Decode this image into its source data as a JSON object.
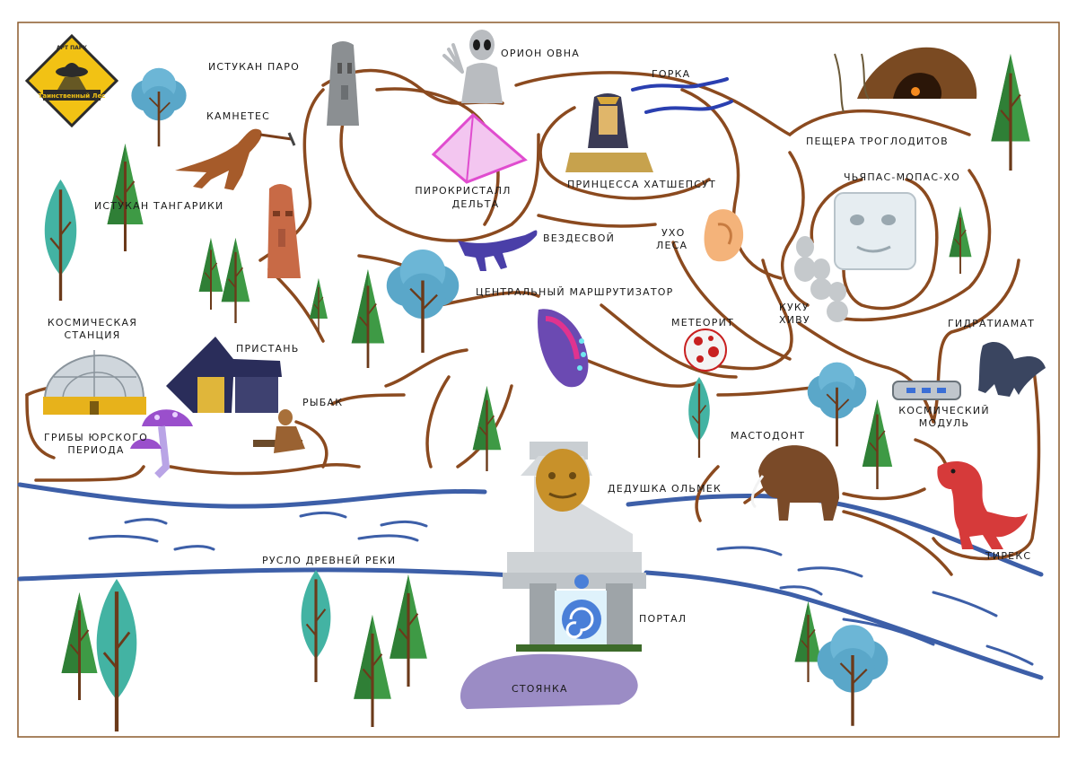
{
  "logo": {
    "top_text": "АРТ ПАРК",
    "main_text": "Таинственный Лес",
    "colors": {
      "fill": "#f2c214",
      "stroke": "#2b2b2b"
    }
  },
  "places": {
    "istukan_paro": "ИСТУКАН ПАРО",
    "orion_ovna": "ОРИОН ОВНА",
    "gorka": "ГОРКА",
    "kametes": "КАМНЕТЕС",
    "peshera": "ПЕЩЕРА ТРОГЛОДИТОВ",
    "piro_line1": "ПИРОКРИСТАЛЛ",
    "piro_line2": "ДЕЛЬТА",
    "princess": "ПРИНЦЕССА ХАТШЕПСУТ",
    "chiapas": "ЧЬЯПАС-МОПАС-ХО",
    "istukan_tangariki": "ИСТУКАН ТАНГАРИКИ",
    "ear_line1": "УХО",
    "ear_line2": "ЛЕСА",
    "vezdesvoy": "ВЕЗДЕСВОЙ",
    "central_router": "ЦЕНТРАЛЬНЫЙ МАРШРУТИЗАТОР",
    "kuku_line1": "КУКУ",
    "kuku_line2": "ХИВУ",
    "meteorit": "МЕТЕОРИТ",
    "hydra": "ГИДРАТИАМАТ",
    "station_line1": "КОСМИЧЕСКАЯ",
    "station_line2": "СТАНЦИЯ",
    "pristan": "ПРИСТАНЬ",
    "rybak": "РЫБАК",
    "mushrooms_line1": "ГРИБЫ ЮРСКОГО",
    "mushrooms_line2": "ПЕРИОДА",
    "module_line1": "КОСМИЧЕСКИЙ",
    "module_line2": "МОДУЛЬ",
    "mastodont": "МАСТОДОНТ",
    "olmec": "ДЕДУШКА ОЛЬМЕК",
    "tireks": "ТИРЕКС",
    "river": "РУСЛО ДРЕВНЕЙ РЕКИ",
    "portal": "ПОРТАЛ",
    "parking": "СТОЯНКА"
  },
  "colors": {
    "path": "#8b4a1f",
    "river": "#3d5fa8",
    "tree_green": "#3e9a45",
    "tree_blue": "#5aa7c9",
    "tree_teal": "#43b3a3",
    "trunk": "#6b3a1a",
    "frame": "#8b5a2b"
  }
}
